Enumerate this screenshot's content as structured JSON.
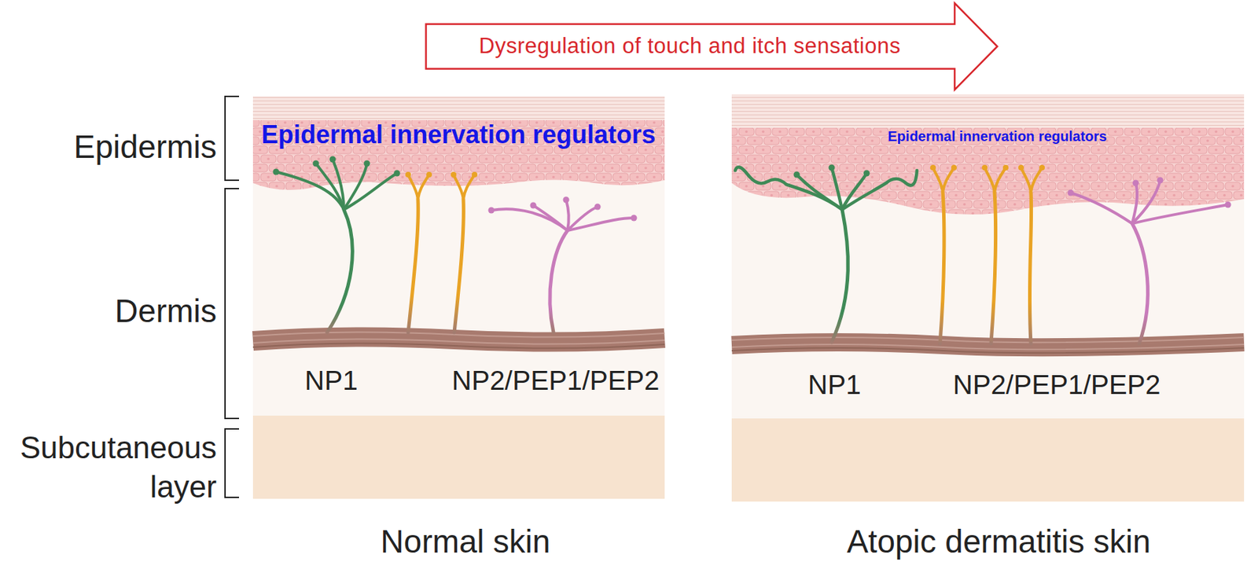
{
  "diagram": {
    "nodes": [
      {
        "text": [
          "Dysregulation of touch and itch sensations"
        ]
      }
    ],
    "labels": [
      "Epidermis",
      "Epidermal innervation regulators",
      "Epidermal innervation regulators",
      "Dermis",
      "NP1",
      "NP2/PEP1/PEP2",
      "NP1",
      "NP2/PEP1/PEP2",
      "Subcutaneous layer",
      "Normal skin",
      "Atopic dermatitis skin"
    ]
  }
}
